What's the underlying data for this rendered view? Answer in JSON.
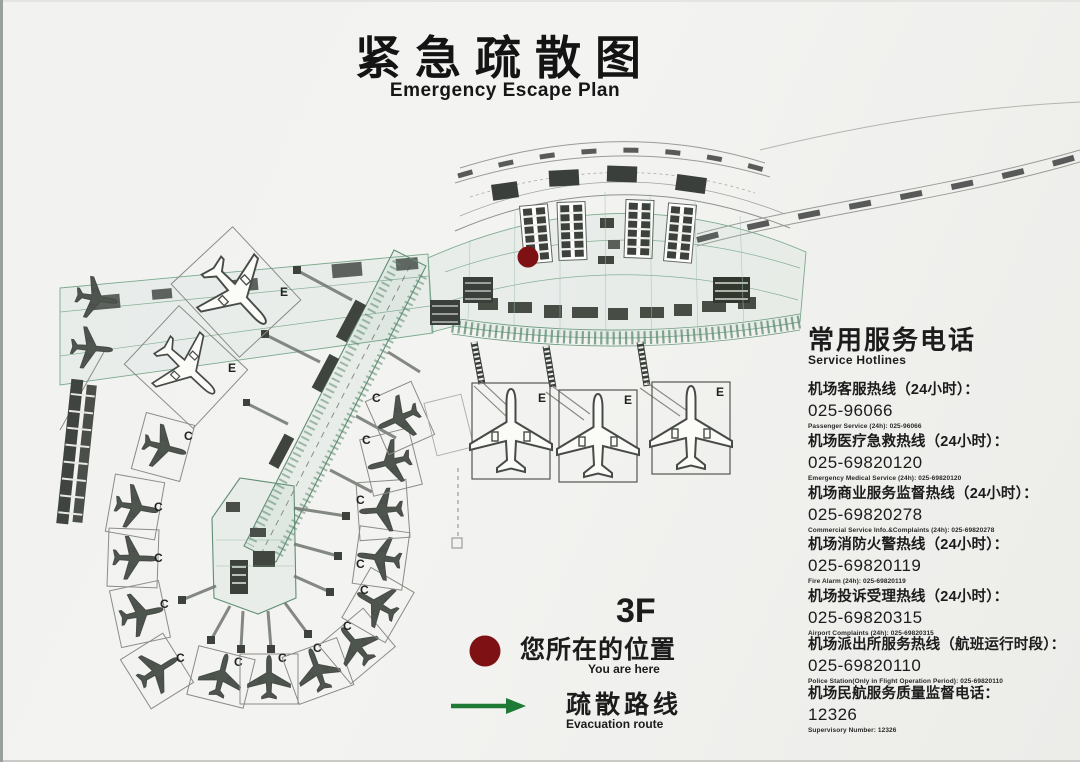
{
  "title": {
    "zh": "紧急疏散图",
    "en": "Emergency Escape Plan"
  },
  "hotlines": {
    "heading_zh": "常用服务电话",
    "heading_en": "Service Hotlines",
    "items": [
      {
        "zh": "机场客服热线（24小时）：",
        "number": "025-96066",
        "en": "Passenger Service (24h):  025-96066"
      },
      {
        "zh": "机场医疗急救热线（24小时）：",
        "number": "025-69820120",
        "en": "Emergency Medical Service (24h):  025-69820120"
      },
      {
        "zh": "机场商业服务监督热线（24小时）：",
        "number": "025-69820278",
        "en": "Commercial Service Info.&Complaints (24h):  025-69820278"
      },
      {
        "zh": "机场消防火警热线（24小时）：",
        "number": "025-69820119",
        "en": "Fire Alarm (24h):  025-69820119"
      },
      {
        "zh": "机场投诉受理热线（24小时）：",
        "number": "025-69820315",
        "en": "Airport Complaints (24h):  025-69820315"
      },
      {
        "zh": "机场派出所服务热线（航班运行时段）：",
        "number": "025-69820110",
        "en": "Police Station(Only in Flight Operation Period):  025-69820110"
      },
      {
        "zh": "机场民航服务质量监督电话：",
        "number": "12326",
        "en": "Supervisory Number:  12326"
      }
    ]
  },
  "legend": {
    "floor": "3F",
    "you_are_here_zh": "您所在的位置",
    "you_are_here_en": "You are here",
    "evacuation_zh": "疏散路线",
    "evacuation_en": "Evacuation route"
  },
  "plan": {
    "gate_e": "E",
    "gate_c": "C"
  },
  "colors": {
    "marker_red": "#7d1113",
    "route_green": "#1e7a35",
    "plan_green": "#5d8b70"
  }
}
